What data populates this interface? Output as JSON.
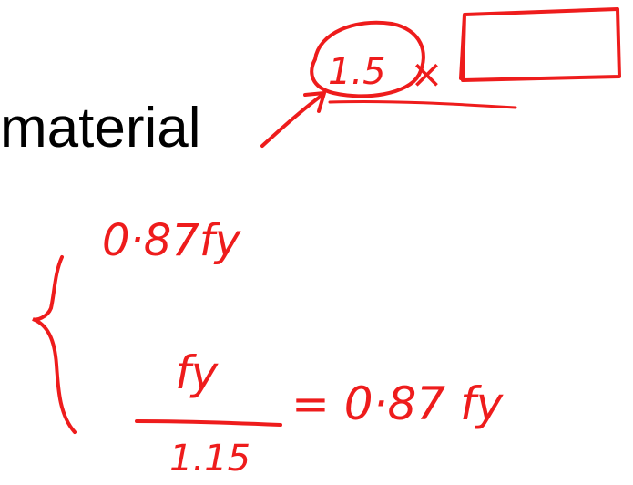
{
  "slide": {
    "text_fragment": "material"
  },
  "annotations": {
    "ink_color": "#ee1c1c",
    "factor_label": "1.5",
    "times_sign": "×",
    "expression_1": "0·87fy",
    "numerator": "fy",
    "denominator": "1.15",
    "equals_result": "= 0·87 fy"
  }
}
